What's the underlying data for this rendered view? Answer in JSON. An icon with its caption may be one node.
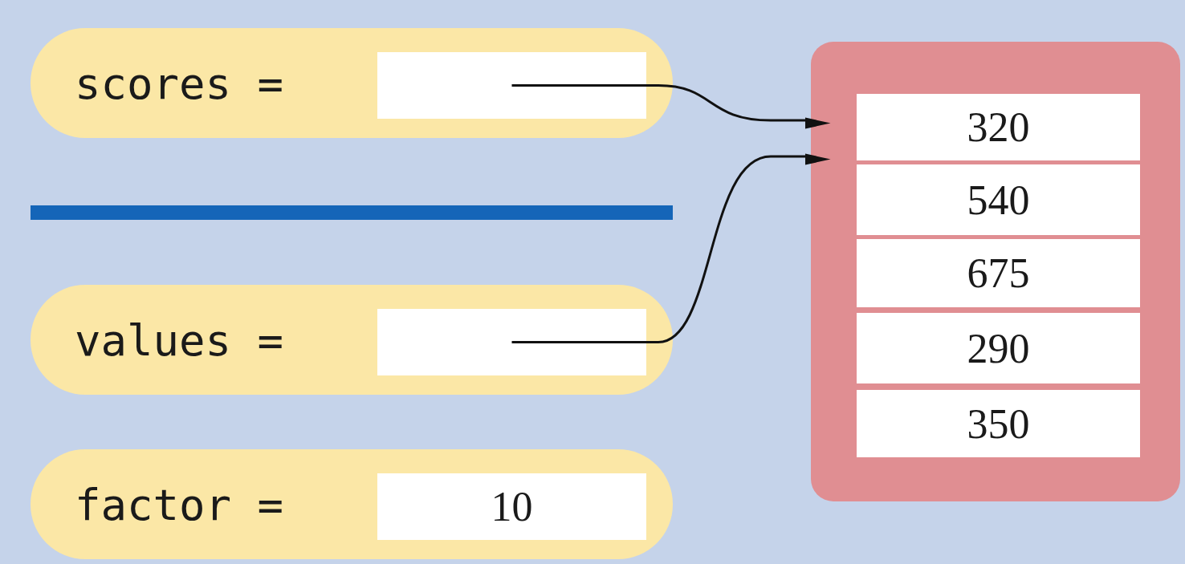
{
  "diagram": {
    "nodes": [
      {
        "text": [
          "scores ="
        ]
      },
      {
        "text": [],
        "shape": "box",
        "in": 0
      },
      {
        "text": [],
        "shape": "bar"
      },
      {
        "text": [
          "values ="
        ]
      },
      {
        "text": [],
        "shape": "box",
        "in": 3
      },
      {
        "text": [
          "factor ="
        ]
      },
      {
        "text": [
          "10"
        ],
        "in": 5
      },
      {
        "text": [],
        "shape": "box"
      },
      {
        "text": [
          "320"
        ],
        "in": 7
      },
      {
        "text": [
          "540"
        ],
        "in": 7
      },
      {
        "text": [
          "675"
        ],
        "in": 7
      },
      {
        "text": [
          "290"
        ],
        "in": 7
      },
      {
        "text": [
          "350"
        ],
        "in": 7
      }
    ],
    "edges": [
      {
        "from": 1,
        "to": 7,
        "arrow": "to"
      },
      {
        "from": 4,
        "to": 7,
        "arrow": "to"
      }
    ]
  }
}
